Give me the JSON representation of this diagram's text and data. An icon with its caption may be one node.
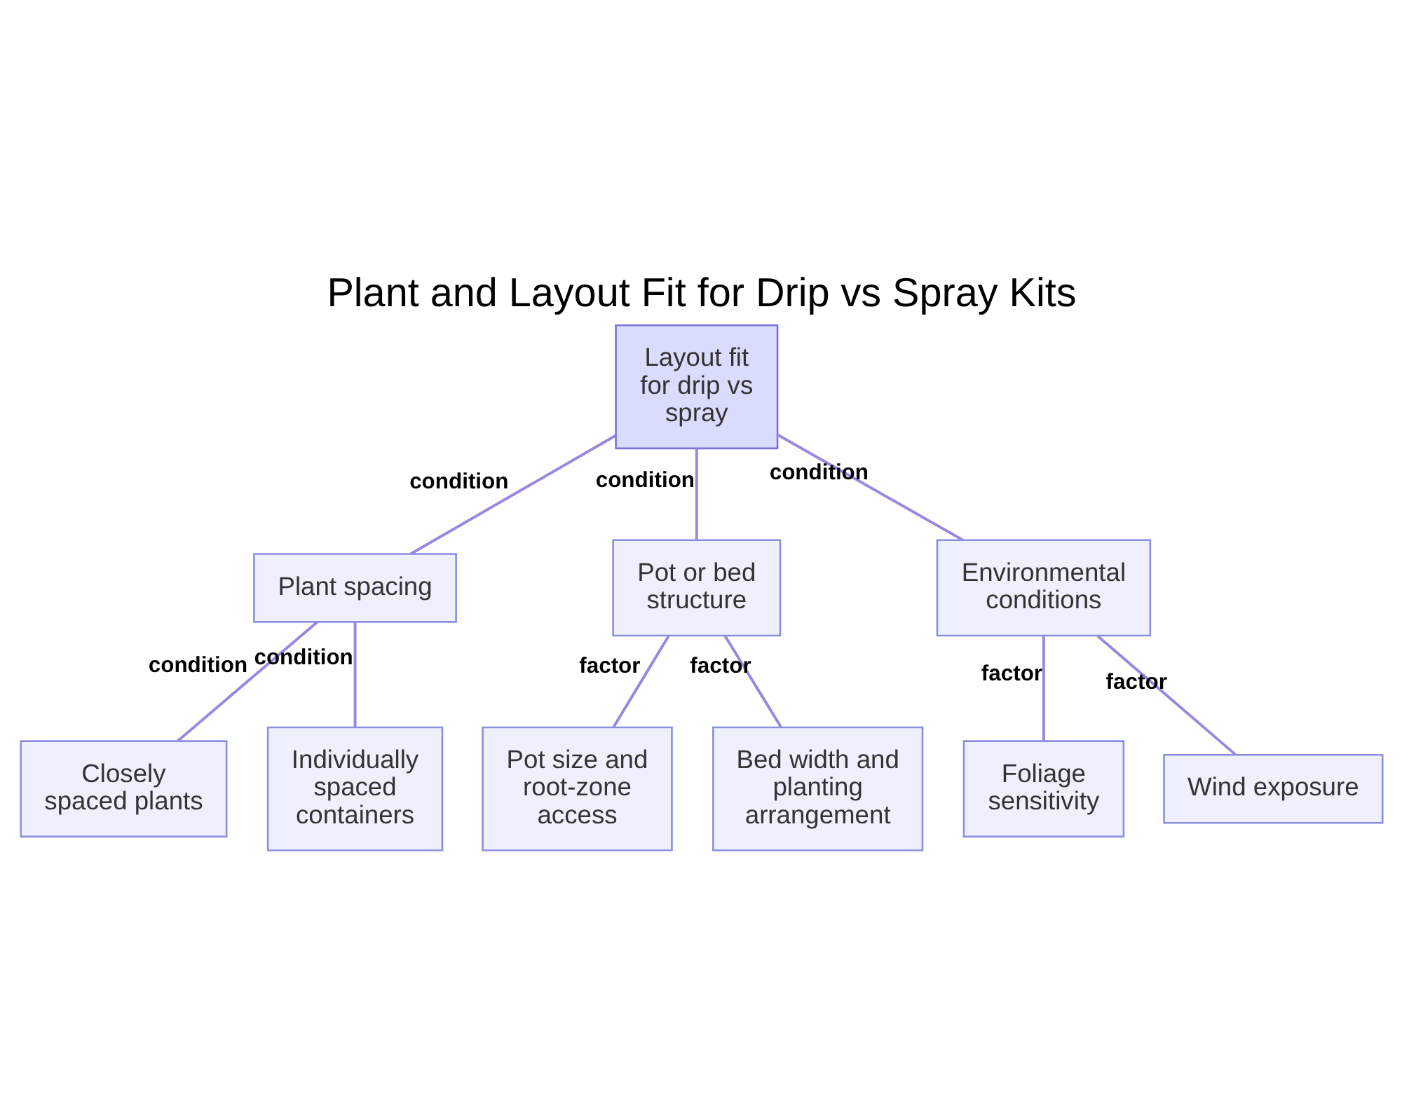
{
  "diagram": {
    "title": "Plant and Layout Fit for Drip vs Spray Kits",
    "nodes": [
      {
        "text": [
          "Layout fit for drip vs spray"
        ]
      },
      {
        "text": [
          "Plant spacing"
        ]
      },
      {
        "text": [
          "Pot or bed structure"
        ]
      },
      {
        "text": [
          "Environmental conditions"
        ]
      },
      {
        "text": [
          "Closely spaced plants"
        ]
      },
      {
        "text": [
          "Individually spaced containers"
        ]
      },
      {
        "text": [
          "Pot size and root-zone access"
        ]
      },
      {
        "text": [
          "Bed width and planting arrangement"
        ]
      },
      {
        "text": [
          "Foliage sensitivity"
        ]
      },
      {
        "text": [
          "Wind exposure"
        ]
      }
    ],
    "edges": [
      {
        "from": 0,
        "to": 1,
        "arrow": "none",
        "label": "condition"
      },
      {
        "from": 0,
        "to": 2,
        "arrow": "none",
        "label": "condition"
      },
      {
        "from": 0,
        "to": 3,
        "arrow": "none",
        "label": "condition"
      },
      {
        "from": 1,
        "to": 4,
        "arrow": "none",
        "label": "condition"
      },
      {
        "from": 1,
        "to": 5,
        "arrow": "none",
        "label": "condition"
      },
      {
        "from": 2,
        "to": 6,
        "arrow": "none",
        "label": "factor"
      },
      {
        "from": 2,
        "to": 7,
        "arrow": "none",
        "label": "factor"
      },
      {
        "from": 3,
        "to": 8,
        "arrow": "none",
        "label": "factor"
      },
      {
        "from": 3,
        "to": 9,
        "arrow": "none",
        "label": "factor"
      }
    ]
  }
}
